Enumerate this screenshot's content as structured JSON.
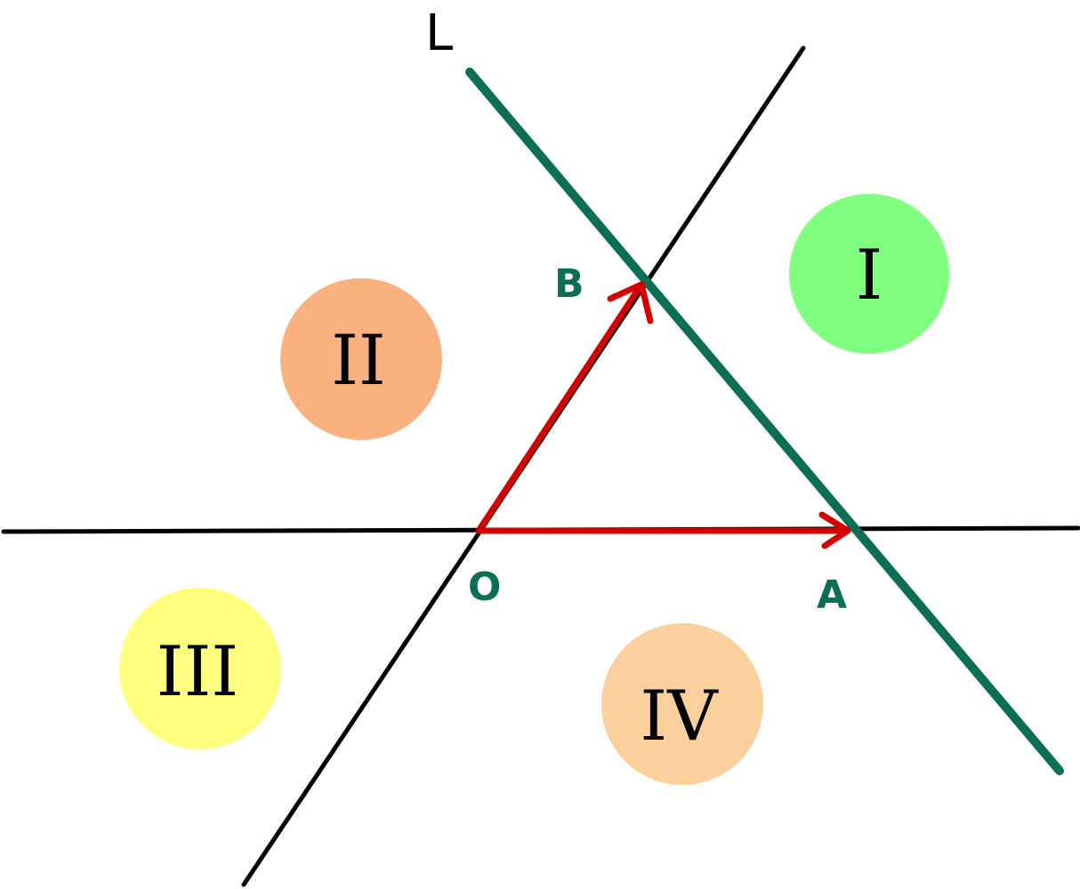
{
  "labels": {
    "line": "L",
    "point_b": "B",
    "point_o": "O",
    "point_a": "A"
  },
  "regions": [
    {
      "label": "I",
      "color": "#80ff80"
    },
    {
      "label": "II",
      "color": "#fbb080"
    },
    {
      "label": "III",
      "color": "#ffff80"
    },
    {
      "label": "IV",
      "color": "#fcd09c"
    }
  ],
  "colors": {
    "line_l": "#0b6e55",
    "vectors": "#d40000",
    "axes": "#000000",
    "point_labels": "#0b6e55"
  }
}
